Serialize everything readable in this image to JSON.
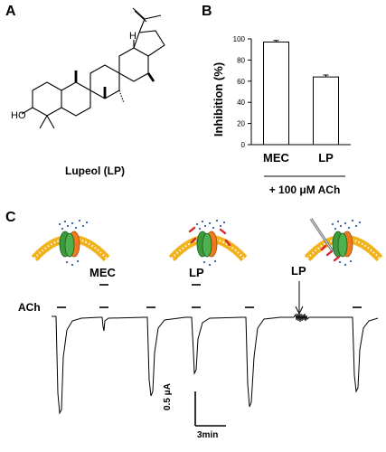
{
  "panel_a": {
    "letter": "A",
    "caption": "Lupeol (LP)",
    "atom_labels": {
      "hydroxyl": "HO",
      "hydrogen": "H"
    }
  },
  "panel_b": {
    "letter": "B",
    "footer": "+ 100 μM ACh"
  },
  "panel_c": {
    "letter": "C",
    "labels": {
      "mec": "MEC",
      "lp1": "LP",
      "lp2": "LP",
      "ach": "ACh"
    },
    "scale_bar": {
      "current": "0.5 μA",
      "time": "3min"
    }
  },
  "chart_data": {
    "type": "bar",
    "categories": [
      "MEC",
      "LP"
    ],
    "values": [
      97,
      64
    ],
    "errors": [
      1.5,
      1.8
    ],
    "ylabel": "Inhibition (%)",
    "ylim": [
      0,
      100
    ],
    "yticks": [
      0,
      20,
      40,
      60,
      80,
      100
    ],
    "grid": false,
    "colors": {
      "bar_fill": "#ffffff",
      "bar_stroke": "#000000"
    }
  },
  "colors": {
    "membrane": "#f2b21c",
    "channel_green": "#3c9a3c",
    "channel_orange": "#ef7a1e",
    "ach_dots": "#2e5f9e",
    "drug": "#d9242a"
  }
}
